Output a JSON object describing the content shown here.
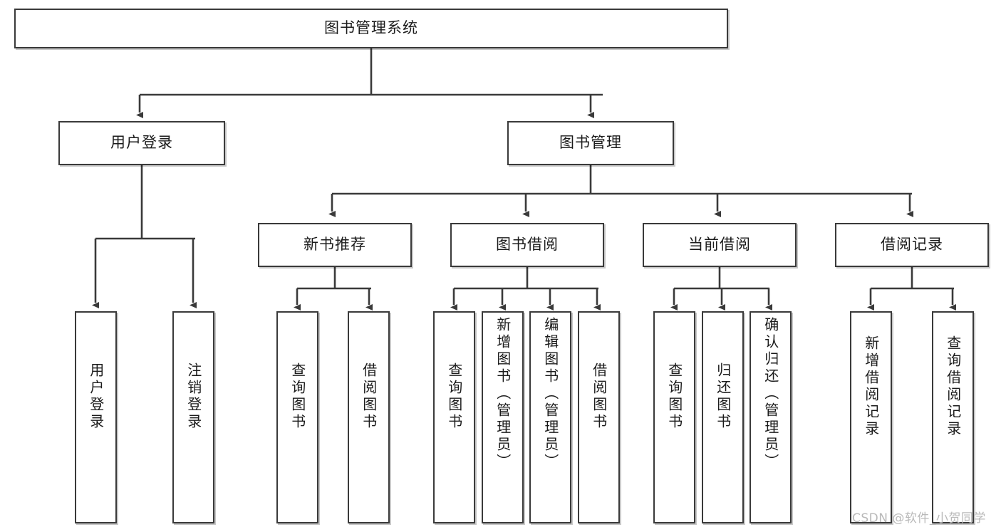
{
  "diagram": {
    "type": "tree-hierarchy",
    "title": "图书管理系统",
    "watermark": "CSDN @软件_小贺同学",
    "colors": {
      "box_border": "#3a3a3a",
      "box_fill": "#ffffff",
      "connector": "#3a3a3a",
      "text": "#1b1b1b",
      "watermark": "#b9b9b9",
      "background": "#ffffff"
    },
    "nodes": {
      "root": {
        "label": "图书管理系统"
      },
      "level2": [
        {
          "id": "user-login",
          "label": "用户登录"
        },
        {
          "id": "book-manage",
          "label": "图书管理"
        }
      ],
      "level3": [
        {
          "id": "new-book-recommend",
          "label": "新书推荐"
        },
        {
          "id": "book-borrow",
          "label": "图书借阅"
        },
        {
          "id": "current-borrow",
          "label": "当前借阅"
        },
        {
          "id": "borrow-record",
          "label": "借阅记录"
        }
      ],
      "leaves": {
        "user_login": [
          {
            "id": "leaf-user-login",
            "label": "用户登录"
          },
          {
            "id": "leaf-logout",
            "label": "注销登录"
          }
        ],
        "new_book_recommend": [
          {
            "id": "leaf-query-book-1",
            "label": "查询图书"
          },
          {
            "id": "leaf-borrow-book-1",
            "label": "借阅图书"
          }
        ],
        "book_borrow": [
          {
            "id": "leaf-query-book-2",
            "label": "查询图书"
          },
          {
            "id": "leaf-add-book",
            "label": "新增图书（管理员）"
          },
          {
            "id": "leaf-edit-book",
            "label": "编辑图书（管理员）"
          },
          {
            "id": "leaf-borrow-book-2",
            "label": "借阅图书"
          }
        ],
        "current_borrow": [
          {
            "id": "leaf-query-book-3",
            "label": "查询图书"
          },
          {
            "id": "leaf-return-book",
            "label": "归还图书"
          },
          {
            "id": "leaf-confirm-return",
            "label": "确认归还（管理员）"
          }
        ],
        "borrow_record": [
          {
            "id": "leaf-add-record",
            "label": "新增借阅记录"
          },
          {
            "id": "leaf-query-record",
            "label": "查询借阅记录"
          }
        ]
      }
    },
    "edges": [
      {
        "from": "图书管理系统",
        "to": "用户登录"
      },
      {
        "from": "图书管理系统",
        "to": "图书管理"
      },
      {
        "from": "用户登录",
        "to": "用户登录"
      },
      {
        "from": "用户登录",
        "to": "注销登录"
      },
      {
        "from": "图书管理",
        "to": "新书推荐"
      },
      {
        "from": "图书管理",
        "to": "图书借阅"
      },
      {
        "from": "图书管理",
        "to": "当前借阅"
      },
      {
        "from": "图书管理",
        "to": "借阅记录"
      },
      {
        "from": "新书推荐",
        "to": "查询图书"
      },
      {
        "from": "新书推荐",
        "to": "借阅图书"
      },
      {
        "from": "图书借阅",
        "to": "查询图书"
      },
      {
        "from": "图书借阅",
        "to": "新增图书（管理员）"
      },
      {
        "from": "图书借阅",
        "to": "编辑图书（管理员）"
      },
      {
        "from": "图书借阅",
        "to": "借阅图书"
      },
      {
        "from": "当前借阅",
        "to": "查询图书"
      },
      {
        "from": "当前借阅",
        "to": "归还图书"
      },
      {
        "from": "当前借阅",
        "to": "确认归还（管理员）"
      },
      {
        "from": "借阅记录",
        "to": "新增借阅记录"
      },
      {
        "from": "借阅记录",
        "to": "查询借阅记录"
      }
    ]
  }
}
